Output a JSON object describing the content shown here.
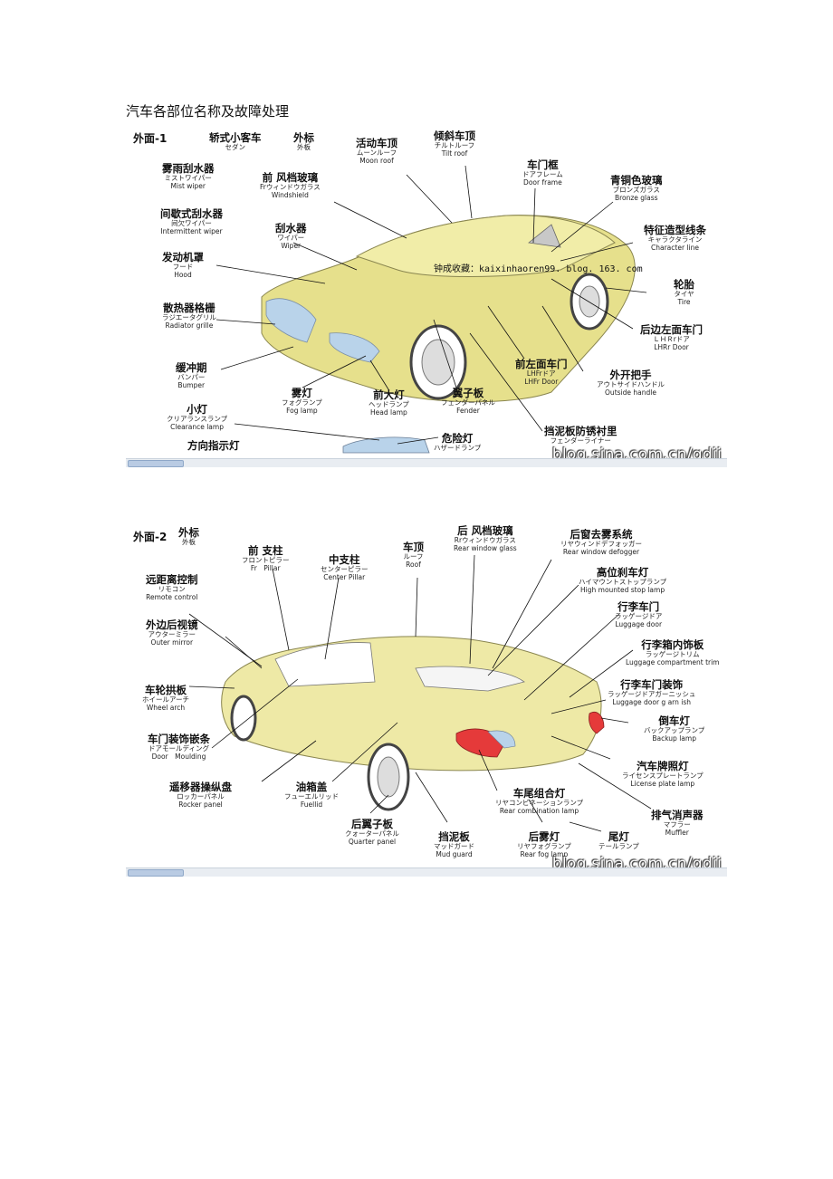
{
  "doc": {
    "title": "汽车各部位名称及故障处理"
  },
  "panel1": {
    "section": "外面-1",
    "watermark": "blog.sina.com.cn/qdjj",
    "inline_watermark": "钟成收藏：kaixinhaoren99. blog. 163. com",
    "labels": [
      {
        "zh": "轿式小客车",
        "ja": "セダン",
        "en": ""
      },
      {
        "zh": "外标",
        "ja": "外板",
        "en": ""
      },
      {
        "zh": "活动车顶",
        "ja": "ムーンルーフ",
        "en": "Moon roof"
      },
      {
        "zh": "倾斜车顶",
        "ja": "チルトルーフ",
        "en": "Tilt roof"
      },
      {
        "zh": "雾雨刮水器",
        "ja": "ミストワイパー",
        "en": "Mist wiper"
      },
      {
        "zh": "前 风档玻璃",
        "ja": "Frウィンドウガラス",
        "en": "Windshield"
      },
      {
        "zh": "车门框",
        "ja": "ドアフレーム",
        "en": "Door frame"
      },
      {
        "zh": "青铜色玻璃",
        "ja": "ブロンズガラス",
        "en": "Bronze glass"
      },
      {
        "zh": "间歇式刮水器",
        "ja": "间欠ワイパー",
        "en": "Intermittent wiper"
      },
      {
        "zh": "刮水器",
        "ja": "ワイパー",
        "en": "Wiper"
      },
      {
        "zh": "特征造型线条",
        "ja": "キャラクタライン",
        "en": "Character line"
      },
      {
        "zh": "发动机罩",
        "ja": "フード",
        "en": "Hood"
      },
      {
        "zh": "轮胎",
        "ja": "タイヤ",
        "en": "Tire"
      },
      {
        "zh": "散热器格栅",
        "ja": "ラジエータグリル",
        "en": "Radiator grille"
      },
      {
        "zh": "后边左面车门",
        "ja": "ＬＨＲrドア",
        "en": "LHRr Door"
      },
      {
        "zh": "缓冲期",
        "ja": "バンパー",
        "en": "Bumper"
      },
      {
        "zh": "前左面车门",
        "ja": "LHFrドア",
        "en": "LHFr Door"
      },
      {
        "zh": "外开把手",
        "ja": "アウトサイドハンドル",
        "en": "Outside handle"
      },
      {
        "zh": "雾灯",
        "ja": "フォグランプ",
        "en": "Fog lamp"
      },
      {
        "zh": "前大灯",
        "ja": "ヘッドランプ",
        "en": "Head lamp"
      },
      {
        "zh": "翼子板",
        "ja": "フェンダーパネル",
        "en": "Fender"
      },
      {
        "zh": "小灯",
        "ja": "クリアランスランプ",
        "en": "Clearance lamp"
      },
      {
        "zh": "危险灯",
        "ja": "ハザードランプ",
        "en": ""
      },
      {
        "zh": "挡泥板防锈衬里",
        "ja": "フェンダーライナー",
        "en": ""
      },
      {
        "zh": "方向指示灯",
        "ja": "",
        "en": ""
      }
    ]
  },
  "panel2": {
    "section": "外面-2",
    "watermark": "blog.sina.com.cn/qdjj",
    "labels": [
      {
        "zh": "外标",
        "ja": "外板",
        "en": ""
      },
      {
        "zh": "后 风档玻璃",
        "ja": "Rrウィンドウガラス",
        "en": "Rear window glass"
      },
      {
        "zh": "后窗去雾系统",
        "ja": "リヤウィンドデフォッガー",
        "en": "Rear window defogger"
      },
      {
        "zh": "前 支柱",
        "ja": "フロントピラー",
        "en": "Fr　Pillar"
      },
      {
        "zh": "中支柱",
        "ja": "センターピラー",
        "en": "Center Pillar"
      },
      {
        "zh": "车顶",
        "ja": "ルーフ",
        "en": "Roof"
      },
      {
        "zh": "远距离控制",
        "ja": "リモコン",
        "en": "Remote control"
      },
      {
        "zh": "高位刹车灯",
        "ja": "ハイマウントストップランプ",
        "en": "High mounted stop lamp"
      },
      {
        "zh": "外边后视镜",
        "ja": "アウターミラー",
        "en": "Outer mirror"
      },
      {
        "zh": "行李车门",
        "ja": "ラッゲージドア",
        "en": "Luggage door"
      },
      {
        "zh": "行李箱内饰板",
        "ja": "ラッゲージトリム",
        "en": "Luggage compartment trim"
      },
      {
        "zh": "车轮拱板",
        "ja": "ホイールアーチ",
        "en": "Wheel arch"
      },
      {
        "zh": "行李车门装饰",
        "ja": "ラッゲージドアガーニッシュ",
        "en": "Luggage door g arn ish"
      },
      {
        "zh": "倒车灯",
        "ja": "バックアップランプ",
        "en": "Backup lamp"
      },
      {
        "zh": "车门装饰嵌条",
        "ja": "ドアモールディング",
        "en": "Door　Moulding"
      },
      {
        "zh": "汽车牌照灯",
        "ja": "ライセンスプレートランプ",
        "en": "License plate lamp"
      },
      {
        "zh": "遥移器操纵盘",
        "ja": "ロッカーパネル",
        "en": "Rocker panel"
      },
      {
        "zh": "油箱盖",
        "ja": "フューエルリッド",
        "en": "Fuellid"
      },
      {
        "zh": "车尾组合灯",
        "ja": "リヤコンビネーションランプ",
        "en": "Rear combination lamp"
      },
      {
        "zh": "排气消声器",
        "ja": "マフラー",
        "en": "Muffler"
      },
      {
        "zh": "后翼子板",
        "ja": "クォーターパネル",
        "en": "Quarter panel"
      },
      {
        "zh": "挡泥板",
        "ja": "マッドガード",
        "en": "Mud guard"
      },
      {
        "zh": "后雾灯",
        "ja": "リヤフォグランプ",
        "en": "Rear fog lamp"
      },
      {
        "zh": "尾灯",
        "ja": "テールランプ",
        "en": ""
      }
    ]
  }
}
